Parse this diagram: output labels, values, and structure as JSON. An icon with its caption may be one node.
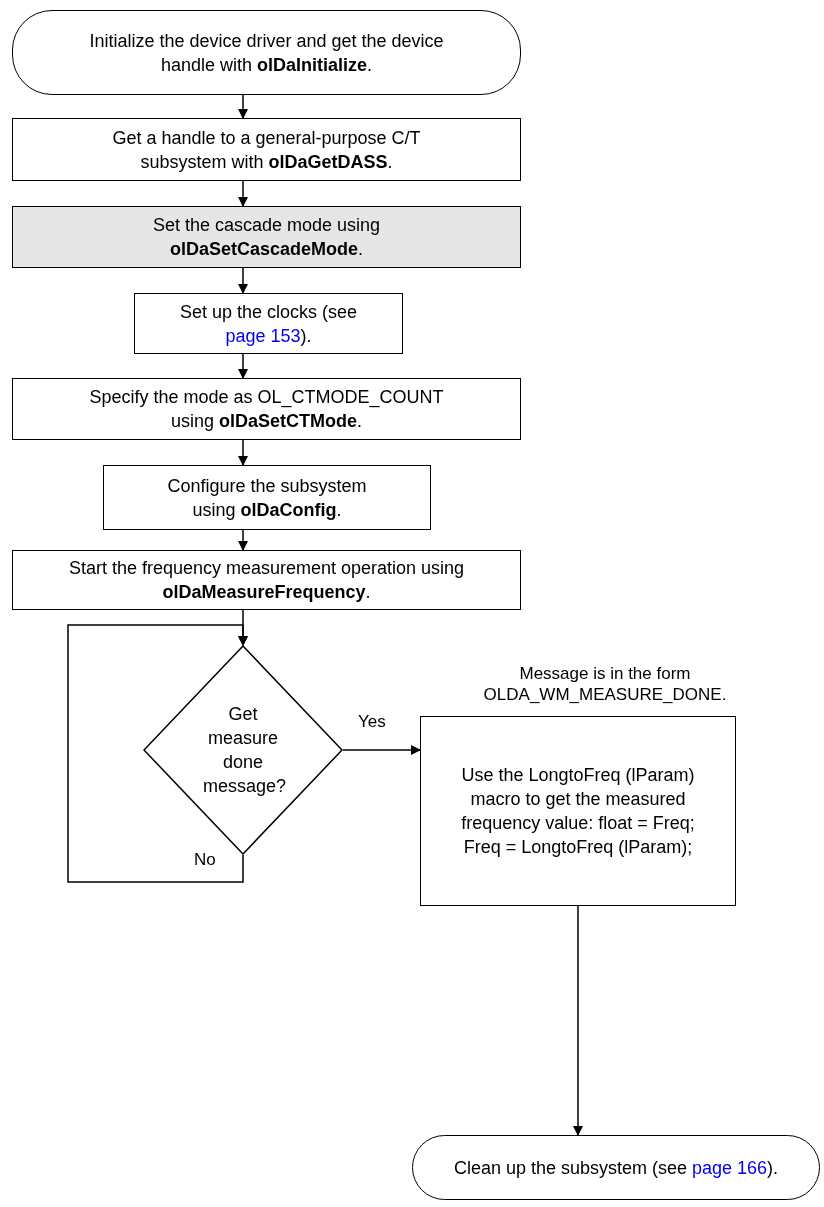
{
  "diagram": {
    "nodes": [
      {
        "text": [
          "Initialize the device driver and get the device handle with **olDaInitialize**."
        ]
      },
      {
        "text": [
          "Get a handle to a general-purpose C/T subsystem with **olDaGetDASS**."
        ]
      },
      {
        "text": [
          "Set the cascade mode using **olDaSetCascadeMode**."
        ]
      },
      {
        "text": [
          "Set up the clocks (see page 153)."
        ]
      },
      {
        "text": [
          "Specify the mode as OL_CTMODE_COUNT using **olDaSetCTMode**."
        ]
      },
      {
        "text": [
          "Configure the subsystem using **olDaConfig**."
        ]
      },
      {
        "text": [
          "Start the frequency measurement operation using **olDaMeasureFrequency**."
        ]
      },
      {
        "text": [
          "Get measure done message?"
        ]
      },
      {
        "text": [
          "Use the LongtoFreq (lParam) macro to get the measured frequency value: float = Freq; Freq = LongtoFreq (lParam);"
        ]
      },
      {
        "text": [
          "Clean up the subsystem (see page 166)."
        ]
      }
    ],
    "edges": [
      {
        "from": 0,
        "to": 1,
        "arrow": "to"
      },
      {
        "from": 1,
        "to": 2,
        "arrow": "to"
      },
      {
        "from": 2,
        "to": 3,
        "arrow": "to"
      },
      {
        "from": 3,
        "to": 4,
        "arrow": "to"
      },
      {
        "from": 4,
        "to": 5,
        "arrow": "to"
      },
      {
        "from": 5,
        "to": 6,
        "arrow": "to"
      },
      {
        "from": 6,
        "to": 7,
        "arrow": "to"
      },
      {
        "from": 7,
        "to": 8,
        "arrow": "to",
        "label": "Yes"
      },
      {
        "from": 7,
        "to": 7,
        "arrow": "to",
        "label": "No"
      },
      {
        "from": 8,
        "to": 9,
        "arrow": "to"
      }
    ],
    "labels": [
      "Message is in the form OLDA_WM_MEASURE_DONE."
    ]
  }
}
